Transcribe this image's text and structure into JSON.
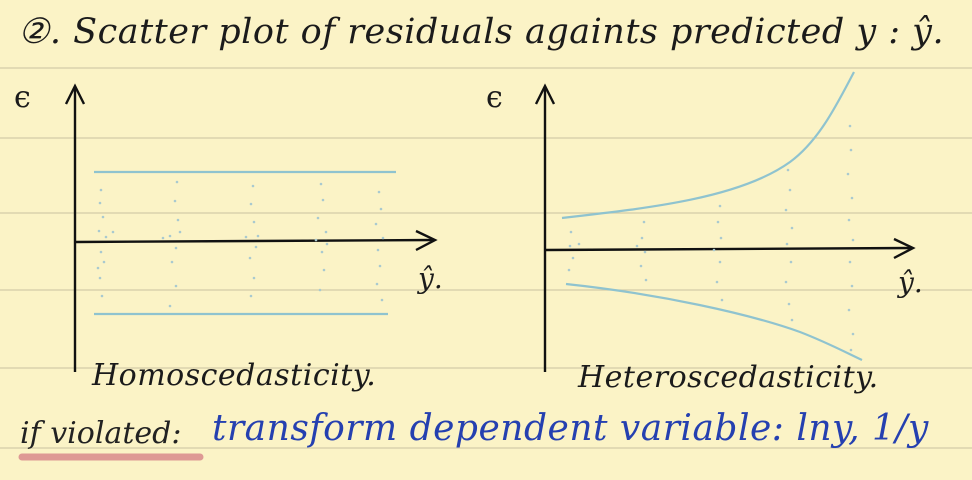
{
  "title": "②. Scatter plot of residuals againts predicted y : ŷ.",
  "left_plot": {
    "y_axis_symbol": "ϵ",
    "x_axis_symbol": "ŷ.",
    "caption": "Homoscedasticity."
  },
  "right_plot": {
    "y_axis_symbol": "ϵ",
    "x_axis_symbol": "ŷ.",
    "caption": "Heteroscedasticity."
  },
  "note": {
    "label": "if violated:",
    "body": "transform dependent variable: lny, 1/y"
  },
  "colors": {
    "paper": "#fbf3c6",
    "rule_lines": "#cfc7a4",
    "ink": "#1b1b1b",
    "band_lines": "#8fc3cf",
    "residual_dots": "#a9c9cf",
    "note_ink": "#2540b0",
    "underline": "#d98a8c"
  }
}
